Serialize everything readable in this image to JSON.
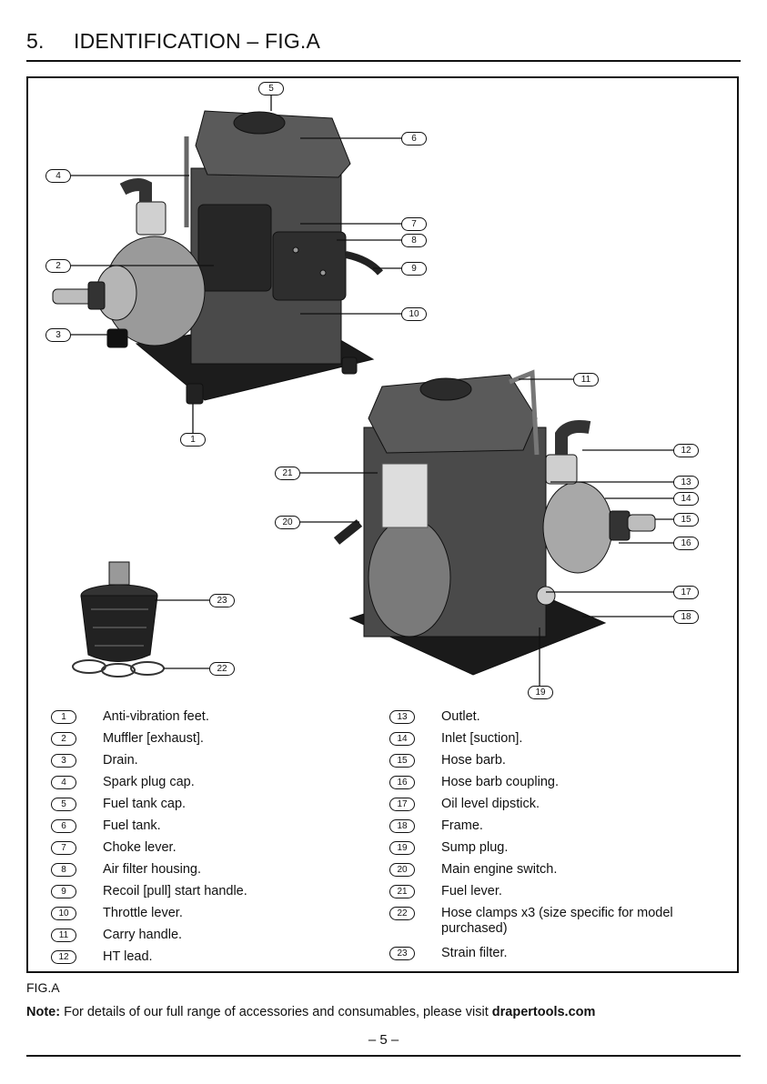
{
  "header": {
    "number": "5.",
    "title": "IDENTIFICATION – FIG.A"
  },
  "callouts": [
    "1",
    "2",
    "3",
    "4",
    "5",
    "6",
    "7",
    "8",
    "9",
    "10",
    "11",
    "12",
    "13",
    "14",
    "15",
    "16",
    "17",
    "18",
    "19",
    "20",
    "21",
    "22",
    "23"
  ],
  "legend_left": [
    {
      "num": "1",
      "text": "Anti-vibration feet."
    },
    {
      "num": "2",
      "text": "Muffler [exhaust]."
    },
    {
      "num": "3",
      "text": "Drain."
    },
    {
      "num": "4",
      "text": "Spark plug cap."
    },
    {
      "num": "5",
      "text": "Fuel tank cap."
    },
    {
      "num": "6",
      "text": "Fuel tank."
    },
    {
      "num": "7",
      "text": "Choke lever."
    },
    {
      "num": "8",
      "text": "Air filter housing."
    },
    {
      "num": "9",
      "text": "Recoil [pull] start handle."
    },
    {
      "num": "10",
      "text": "Throttle lever."
    },
    {
      "num": "11",
      "text": "Carry handle."
    },
    {
      "num": "12",
      "text": "HT lead."
    }
  ],
  "legend_right": [
    {
      "num": "13",
      "text": "Outlet."
    },
    {
      "num": "14",
      "text": "Inlet [suction]."
    },
    {
      "num": "15",
      "text": "Hose barb."
    },
    {
      "num": "16",
      "text": "Hose barb coupling."
    },
    {
      "num": "17",
      "text": "Oil level dipstick."
    },
    {
      "num": "18",
      "text": "Frame."
    },
    {
      "num": "19",
      "text": "Sump plug."
    },
    {
      "num": "20",
      "text": "Main engine switch."
    },
    {
      "num": "21",
      "text": "Fuel lever."
    },
    {
      "num": "22",
      "text": "Hose clamps x3 (size specific for model purchased)"
    },
    {
      "num": "23",
      "text": "Strain filter."
    }
  ],
  "figure_caption": "FIG.A",
  "note": {
    "label": "Note:",
    "text": " For details of our full range of accessories and consumables, please visit ",
    "link": "drapertools.com"
  },
  "page_number": "– 5 –"
}
